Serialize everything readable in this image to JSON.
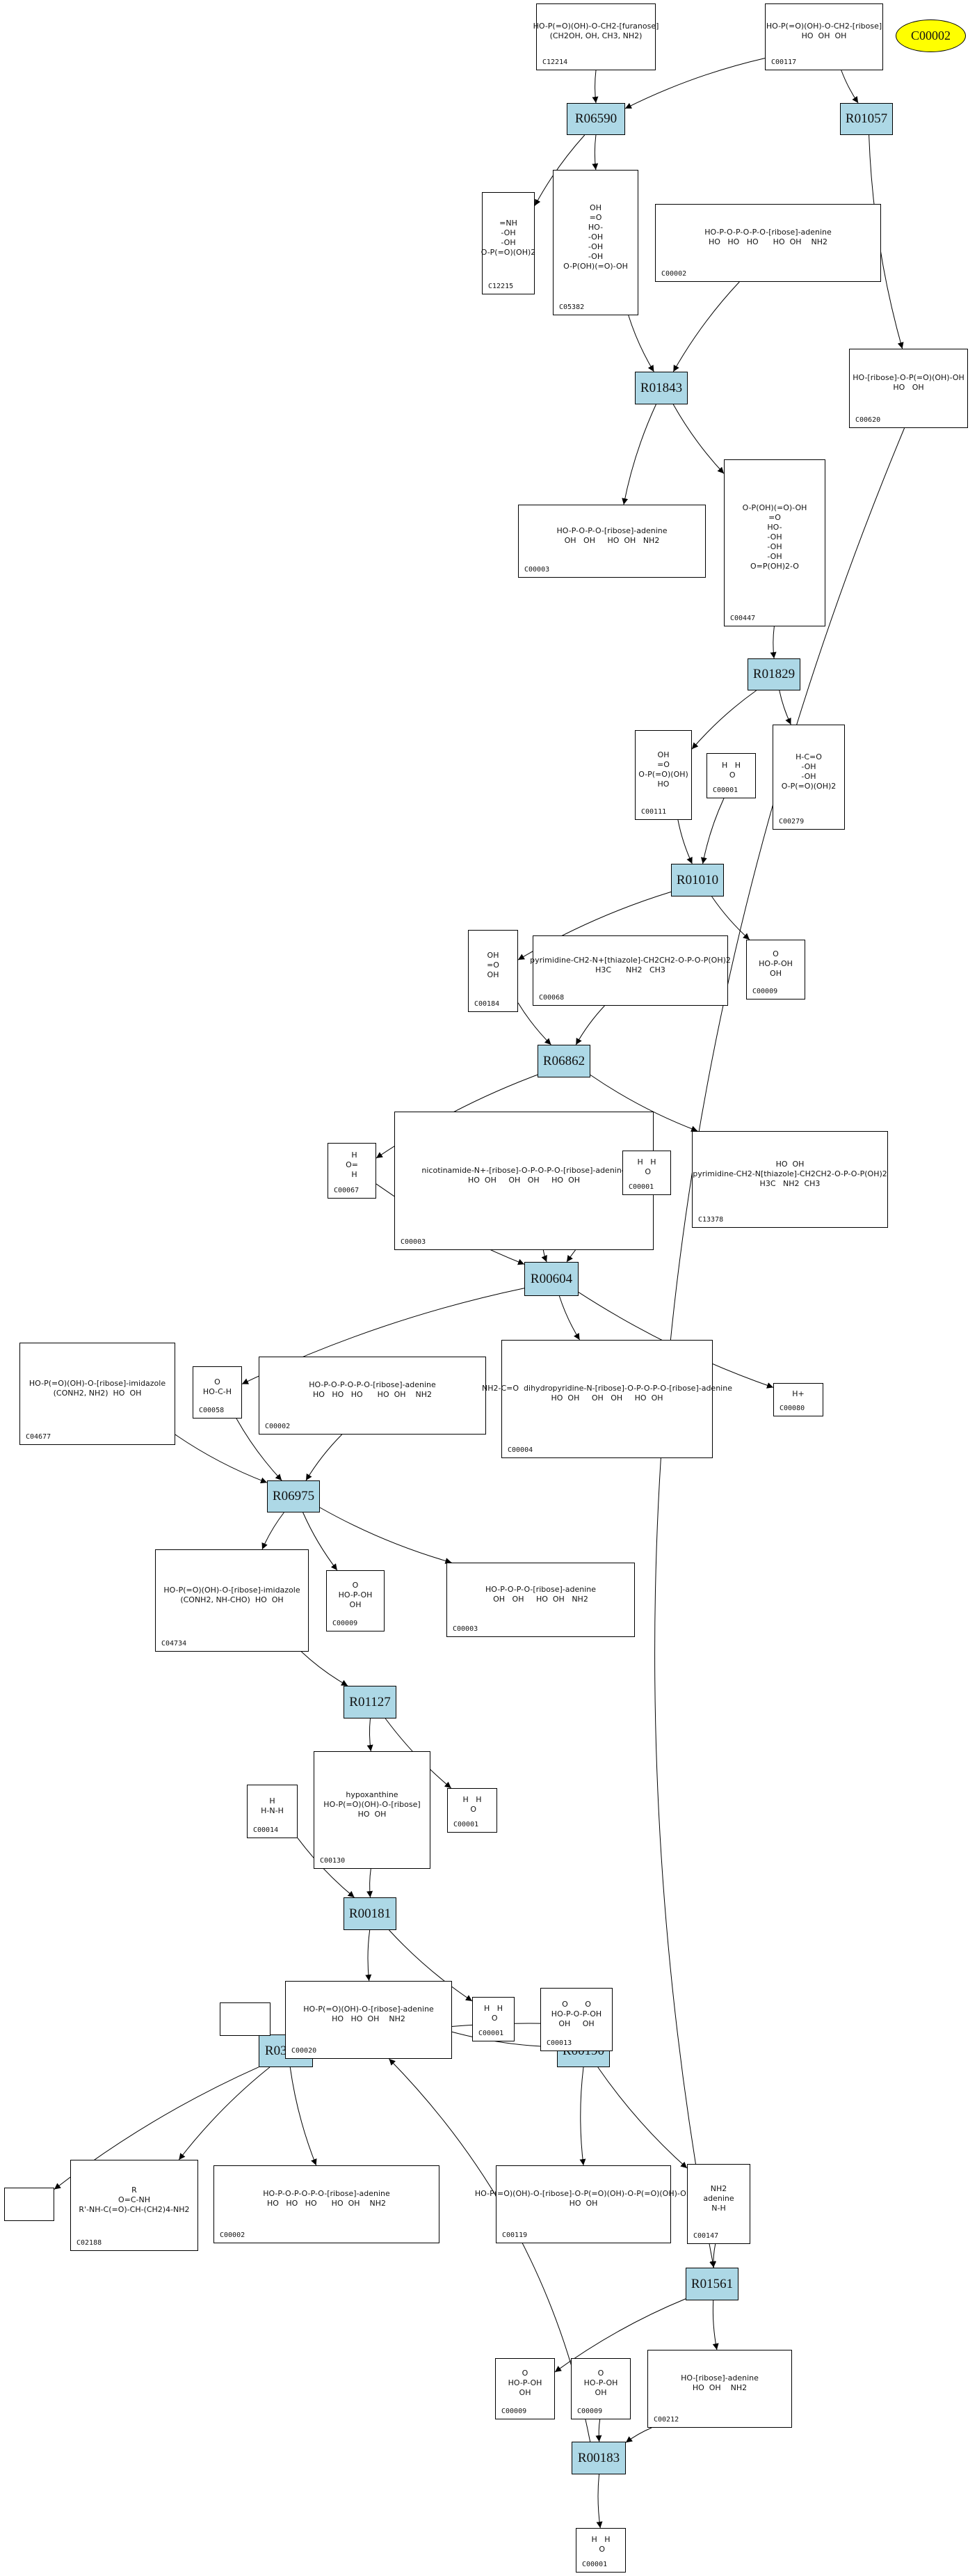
{
  "diagram": {
    "type": "metabolic-pathway-graph",
    "colors": {
      "reaction_fill": "#add8e6",
      "highlight_fill": "#ffff00",
      "compound_fill": "#ffffff",
      "edge": "#000000"
    },
    "highlight": {
      "id": "C00002",
      "label": "C00002"
    },
    "reactions": [
      {
        "id": "R06590",
        "label": "R06590"
      },
      {
        "id": "R01057",
        "label": "R01057"
      },
      {
        "id": "R01843",
        "label": "R01843"
      },
      {
        "id": "R01829",
        "label": "R01829"
      },
      {
        "id": "R01010",
        "label": "R01010"
      },
      {
        "id": "R06862",
        "label": "R06862"
      },
      {
        "id": "R00604",
        "label": "R00604"
      },
      {
        "id": "R06975",
        "label": "R06975"
      },
      {
        "id": "R01127",
        "label": "R01127"
      },
      {
        "id": "R00181",
        "label": "R00181"
      },
      {
        "id": "R03876",
        "label": "R03876"
      },
      {
        "id": "R00190",
        "label": "R00190"
      },
      {
        "id": "R01561",
        "label": "R01561"
      },
      {
        "id": "R00183",
        "label": "R00183"
      }
    ],
    "compounds": [
      {
        "key": "c12214",
        "id": "C12214",
        "structure": "HO-P(=O)(OH)-O-CH2-[furanose]\n(CH2OH, OH, CH3, NH2)"
      },
      {
        "key": "c00117",
        "id": "C00117",
        "structure": "HO-P(=O)(OH)-O-CH2-[ribose]\nHO  OH  OH"
      },
      {
        "key": "c12215",
        "id": "C12215",
        "structure": "=NH\n-OH\n-OH\nO-P(=O)(OH)2"
      },
      {
        "key": "c05382",
        "id": "C05382",
        "structure": "OH\n=O\nHO-\n-OH\n-OH\n-OH\nO-P(OH)(=O)-OH"
      },
      {
        "key": "c00002a",
        "id": "C00002",
        "structure": "HO-P-O-P-O-P-O-[ribose]-adenine\nHO   HO   HO      HO  OH    NH2"
      },
      {
        "key": "c00620",
        "id": "C00620",
        "structure": "HO-[ribose]-O-P(=O)(OH)-OH\nHO   OH"
      },
      {
        "key": "c00003a",
        "id": "C00003",
        "structure": "HO-P-O-P-O-[ribose]-adenine\nOH   OH     HO  OH   NH2"
      },
      {
        "key": "c00447",
        "id": "C00447",
        "structure": "O-P(OH)(=O)-OH\n=O\nHO-\n-OH\n-OH\n-OH\nO=P(OH)2-O"
      },
      {
        "key": "c00111",
        "id": "C00111",
        "structure": "OH\n=O\nO-P(=O)(OH)\nHO"
      },
      {
        "key": "c00001a",
        "id": "C00001",
        "structure": "H   H\n O"
      },
      {
        "key": "c00279",
        "id": "C00279",
        "structure": "H-C=O\n-OH\n-OH\nO-P(=O)(OH)2"
      },
      {
        "key": "c00184",
        "id": "C00184",
        "structure": "OH\n=O\nOH"
      },
      {
        "key": "c00068",
        "id": "C00068",
        "structure": "pyrimidine-CH2-N+[thiazole]-CH2CH2-O-P-O-P(OH)2\nH3C      NH2   CH3"
      },
      {
        "key": "c00009a",
        "id": "C00009",
        "structure": "O\nHO-P-OH\nOH"
      },
      {
        "key": "c00067",
        "id": "C00067",
        "structure": "  H\nO=\n  H"
      },
      {
        "key": "c00003b",
        "id": "C00003",
        "structure": "nicotinamide-N+-[ribose]-O-P-O-P-O-[ribose]-adenine\nHO  OH     OH   OH     HO  OH"
      },
      {
        "key": "c00001b",
        "id": "C00001",
        "structure": "H   H\n O"
      },
      {
        "key": "c13378",
        "id": "C13378",
        "structure": "HO  OH\npyrimidine-CH2-N[thiazole]-CH2CH2-O-P-O-P(OH)2\nH3C   NH2  CH3"
      },
      {
        "key": "c04677",
        "id": "C04677",
        "structure": "HO-P(=O)(OH)-O-[ribose]-imidazole\n(CONH2, NH2)  HO  OH"
      },
      {
        "key": "c00058",
        "id": "C00058",
        "structure": "O\nHO-C-H"
      },
      {
        "key": "c00002b",
        "id": "C00002",
        "structure": "HO-P-O-P-O-P-O-[ribose]-adenine\nHO   HO   HO      HO  OH    NH2"
      },
      {
        "key": "c00004",
        "id": "C00004",
        "structure": "NH2-C=O  dihydropyridine-N-[ribose]-O-P-O-P-O-[ribose]-adenine\nHO  OH     OH   OH     HO  OH"
      },
      {
        "key": "c00080",
        "id": "C00080",
        "structure": "H+"
      },
      {
        "key": "c04734",
        "id": "C04734",
        "structure": "HO-P(=O)(OH)-O-[ribose]-imidazole\n(CONH2, NH-CHO)  HO  OH"
      },
      {
        "key": "c00009b",
        "id": "C00009",
        "structure": "O\nHO-P-OH\nOH"
      },
      {
        "key": "c00003c",
        "id": "C00003",
        "structure": "HO-P-O-P-O-[ribose]-adenine\nOH   OH     HO  OH   NH2"
      },
      {
        "key": "c00014",
        "id": "C00014",
        "structure": "H\nH-N-H"
      },
      {
        "key": "c00130",
        "id": "C00130",
        "structure": "hypoxanthine\nHO-P(=O)(OH)-O-[ribose]\nHO  OH"
      },
      {
        "key": "c00001c",
        "id": "C00001",
        "structure": "H   H\n O"
      },
      {
        "key": "c00020",
        "id": "C00020",
        "structure": "HO-P(=O)(OH)-O-[ribose]-adenine\nHO   HO  OH    NH2"
      },
      {
        "key": "c00001d",
        "id": "C00001",
        "structure": "H   H\n O"
      },
      {
        "key": "c00013",
        "id": "C00013",
        "structure": "O       O\nHO-P-O-P-OH\nOH     OH"
      },
      {
        "key": "empty1",
        "id": "",
        "structure": ""
      },
      {
        "key": "empty2",
        "id": "",
        "structure": ""
      },
      {
        "key": "c02188",
        "id": "C02188",
        "structure": "R\nO=C-NH\nR'-NH-C(=O)-CH-(CH2)4-NH2"
      },
      {
        "key": "c00002c",
        "id": "C00002",
        "structure": "HO-P-O-P-O-P-O-[ribose]-adenine\nHO   HO   HO      HO  OH    NH2"
      },
      {
        "key": "c00119",
        "id": "C00119",
        "structure": "HO-P(=O)(OH)-O-[ribose]-O-P(=O)(OH)-O-P(=O)(OH)-OH\nHO  OH"
      },
      {
        "key": "c00147",
        "id": "C00147",
        "structure": "NH2\nadenine\nN-H"
      },
      {
        "key": "c00009c",
        "id": "C00009",
        "structure": "O\nHO-P-OH\nOH"
      },
      {
        "key": "c00009d",
        "id": "C00009",
        "structure": "O\nHO-P-OH\nOH"
      },
      {
        "key": "c00212",
        "id": "C00212",
        "structure": "HO-[ribose]-adenine\nHO  OH    NH2"
      },
      {
        "key": "c00001e",
        "id": "C00001",
        "structure": "H   H\n O"
      }
    ],
    "edges": [
      [
        "c12214",
        "R06590"
      ],
      [
        "c00117",
        "R06590"
      ],
      [
        "c00117",
        "R01057"
      ],
      [
        "R06590",
        "c12215"
      ],
      [
        "R06590",
        "c05382"
      ],
      [
        "R01057",
        "c00620"
      ],
      [
        "c05382",
        "R01843"
      ],
      [
        "c00002a",
        "R01843"
      ],
      [
        "R01843",
        "c00003a"
      ],
      [
        "R01843",
        "c00447"
      ],
      [
        "c00447",
        "R01829"
      ],
      [
        "R01829",
        "c00111"
      ],
      [
        "R01829",
        "c00279"
      ],
      [
        "c00111",
        "R01010"
      ],
      [
        "c00001a",
        "R01010"
      ],
      [
        "R01010",
        "c00184"
      ],
      [
        "R01010",
        "c00009a"
      ],
      [
        "c00184",
        "R06862"
      ],
      [
        "c00068",
        "R06862"
      ],
      [
        "R06862",
        "c00067"
      ],
      [
        "R06862",
        "c13378"
      ],
      [
        "c00067",
        "R00604"
      ],
      [
        "c00003b",
        "R00604"
      ],
      [
        "c00001b",
        "R00604"
      ],
      [
        "R00604",
        "c00058"
      ],
      [
        "R00604",
        "c00004"
      ],
      [
        "R00604",
        "c00080"
      ],
      [
        "c04677",
        "R06975"
      ],
      [
        "c00058",
        "R06975"
      ],
      [
        "c00002b",
        "R06975"
      ],
      [
        "R06975",
        "c04734"
      ],
      [
        "R06975",
        "c00009b"
      ],
      [
        "R06975",
        "c00003c"
      ],
      [
        "c04734",
        "R01127"
      ],
      [
        "R01127",
        "c00130"
      ],
      [
        "R01127",
        "c00001c"
      ],
      [
        "c00014",
        "R00181"
      ],
      [
        "c00130",
        "R00181"
      ],
      [
        "R00181",
        "c00020"
      ],
      [
        "R00181",
        "c00001d"
      ],
      [
        "empty1",
        "R03876"
      ],
      [
        "c00020",
        "R03876"
      ],
      [
        "c00013",
        "R03876"
      ],
      [
        "c00020",
        "R00190"
      ],
      [
        "c00013",
        "R00190"
      ],
      [
        "R03876",
        "empty2"
      ],
      [
        "R03876",
        "c02188"
      ],
      [
        "R03876",
        "c00002c"
      ],
      [
        "R00190",
        "c00119"
      ],
      [
        "R00190",
        "c00147"
      ],
      [
        "c00147",
        "R01561"
      ],
      [
        "c00620",
        "R01561"
      ],
      [
        "R01561",
        "c00009c"
      ],
      [
        "R01561",
        "c00212"
      ],
      [
        "c00009d",
        "R00183"
      ],
      [
        "c00212",
        "R00183"
      ],
      [
        "R00183",
        "c00020"
      ],
      [
        "R00183",
        "c00001e"
      ]
    ]
  }
}
